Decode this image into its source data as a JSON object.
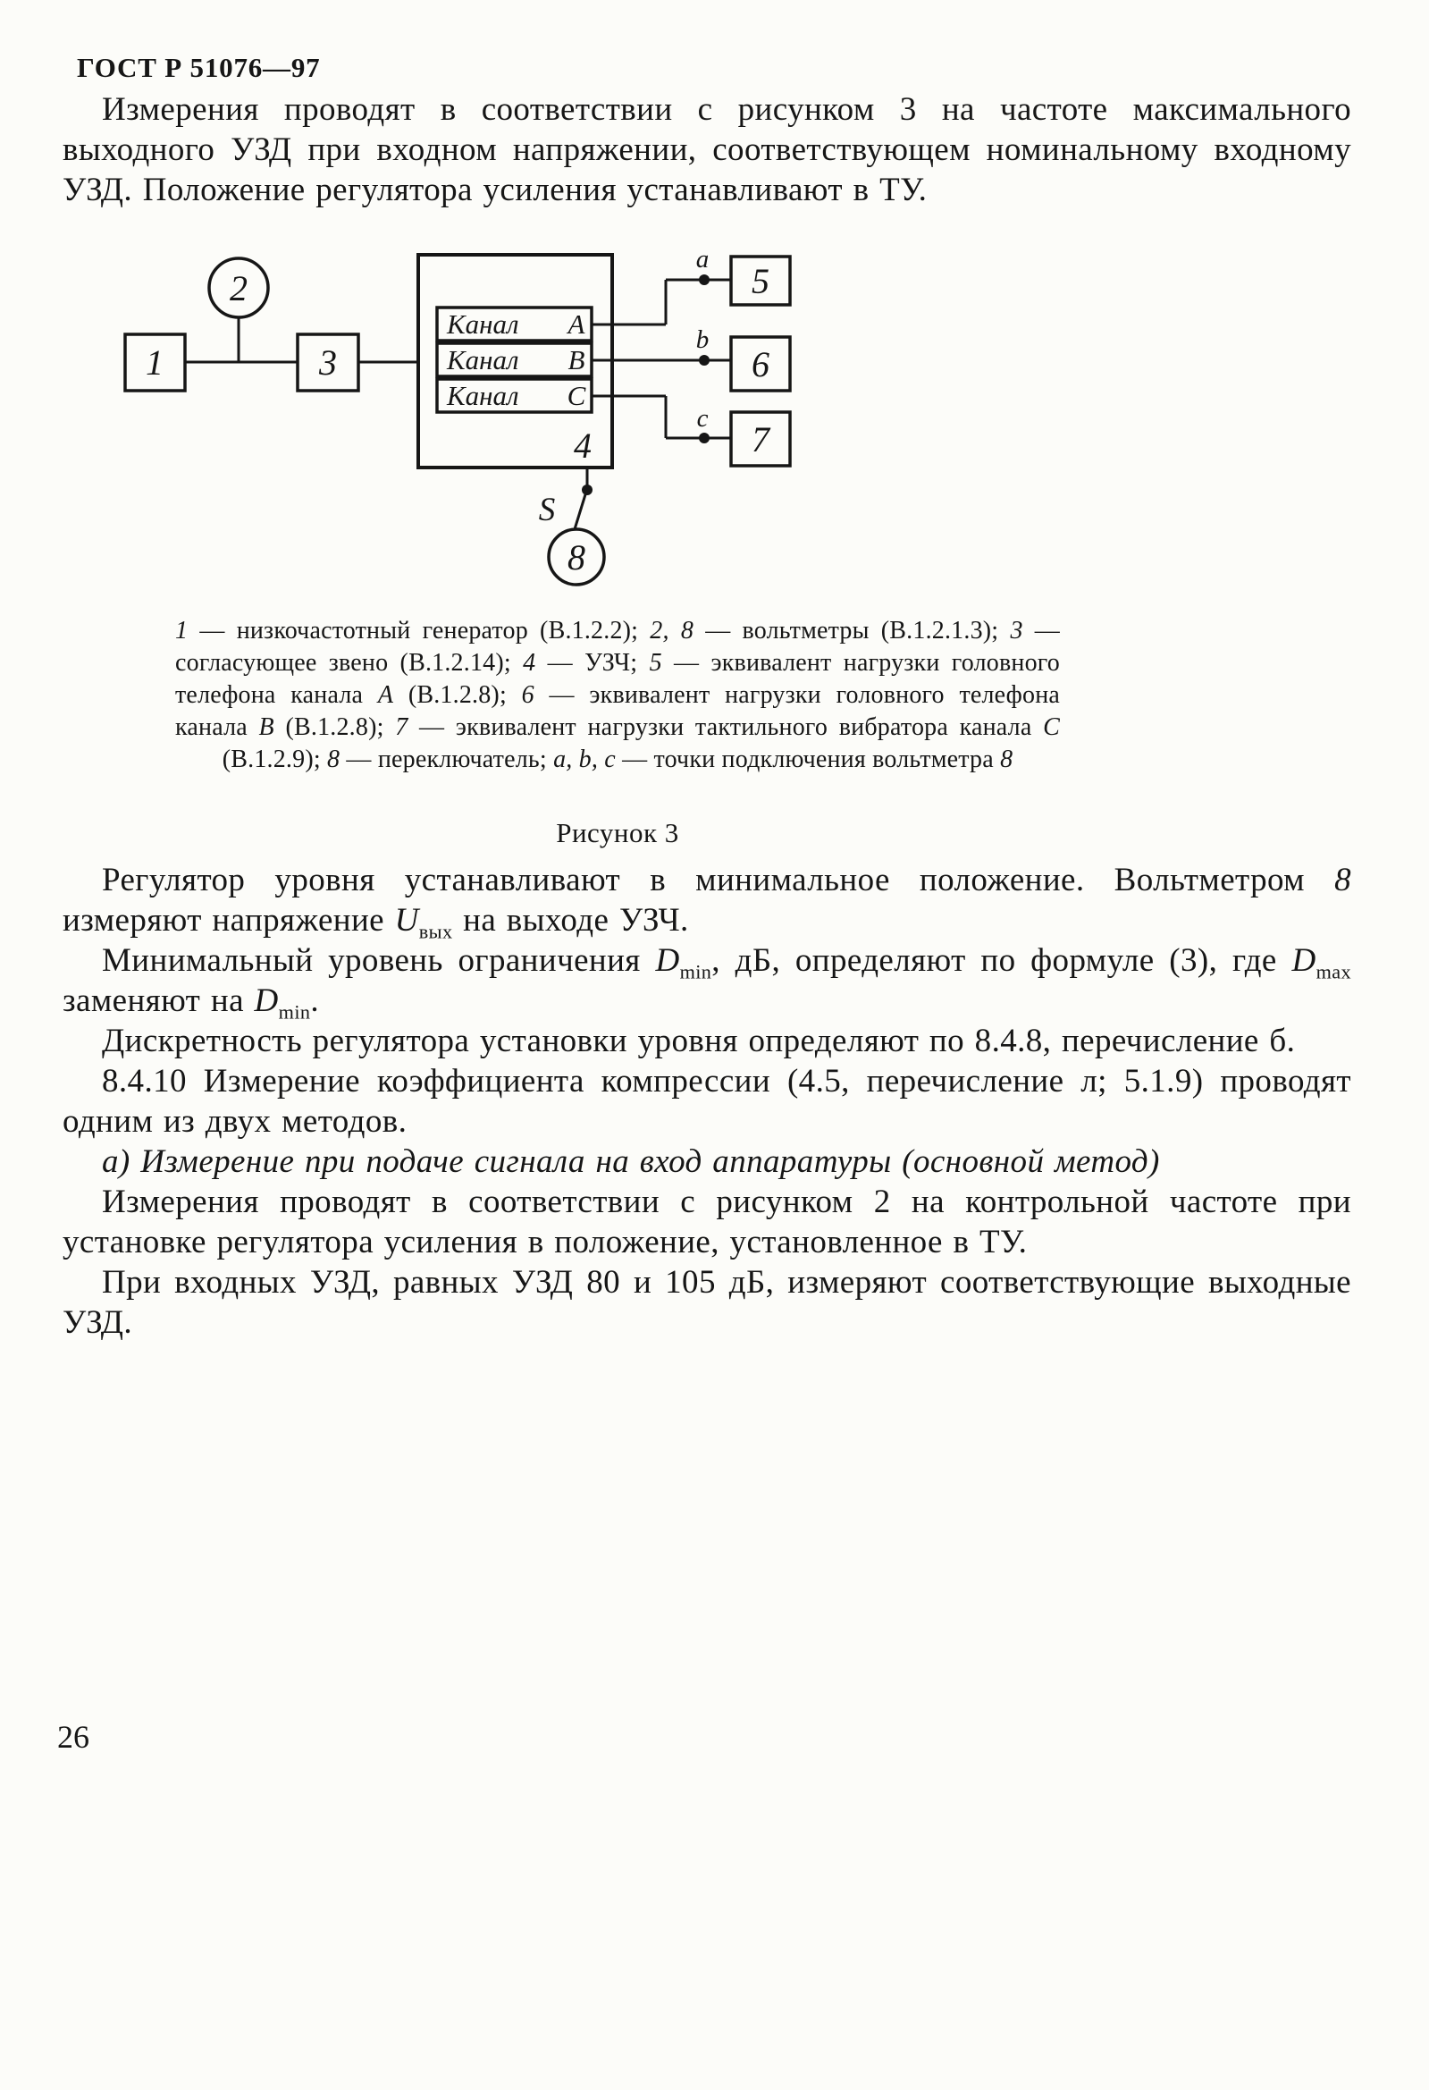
{
  "page": {
    "doc_number": "ГОСТ Р 51076—97",
    "page_number": "26"
  },
  "intro": {
    "p1": "Измерения проводят в соответствии с рисунком 3 на частоте максимального выходного УЗД при входном напряжении, соответствующем номинальному входному УЗД. Положение регулятора усиления устанавливают в ТУ."
  },
  "figure": {
    "caption": "Рисунок 3",
    "blocks": {
      "b1": "1",
      "b2": "2",
      "b3": "3",
      "b4": "4",
      "b5": "5",
      "b6": "6",
      "b7": "7",
      "b8": "8"
    },
    "switch_label": "S",
    "channels": [
      {
        "word": "Канал",
        "letter": "A"
      },
      {
        "word": "Канал",
        "letter": "B"
      },
      {
        "word": "Канал",
        "letter": "C"
      }
    ],
    "points": {
      "a": "a",
      "b": "b",
      "c": "c"
    }
  },
  "legend": {
    "segments": [
      {
        "t": "1",
        "i": true
      },
      {
        "t": " — низкочастотный генератор (В.1.2.2); "
      },
      {
        "t": "2, 8",
        "i": true
      },
      {
        "t": " — вольтметры (В.1.2.1.3); "
      },
      {
        "t": "3",
        "i": true
      },
      {
        "t": " — согласующее звено (В.1.2.14); "
      },
      {
        "t": "4",
        "i": true
      },
      {
        "t": " — УЗЧ; "
      },
      {
        "t": "5",
        "i": true
      },
      {
        "t": " — эквивалент нагрузки головного телефона канала "
      },
      {
        "t": "A",
        "i": true
      },
      {
        "t": " (В.1.2.8); "
      },
      {
        "t": "6",
        "i": true
      },
      {
        "t": " — эквивалент нагрузки головного телефона канала "
      },
      {
        "t": "B",
        "i": true
      },
      {
        "t": " (В.1.2.8); "
      },
      {
        "t": "7",
        "i": true
      },
      {
        "t": " — эквивалент нагрузки тактильного вибратора канала "
      },
      {
        "t": "C",
        "i": true
      },
      {
        "t": " (В.1.2.9); "
      },
      {
        "t": "8",
        "i": true
      },
      {
        "t": " — переключатель; "
      },
      {
        "t": "a, b, c",
        "i": true
      },
      {
        "t": " — точки подключения вольтметра "
      },
      {
        "t": "8",
        "i": true
      }
    ]
  },
  "body": {
    "p2": [
      {
        "t": "Регулятор уровня устанавливают в минимальное положение. Вольтметром "
      },
      {
        "t": "8",
        "i": true
      },
      {
        "t": " измеряют напряжение "
      },
      {
        "t": "U",
        "i": true
      },
      {
        "t": "вых",
        "sub": true
      },
      {
        "t": " на выходе УЗЧ."
      }
    ],
    "p3": [
      {
        "t": "Минимальный уровень ограничения "
      },
      {
        "t": "D",
        "i": true
      },
      {
        "t": "min",
        "sub": true
      },
      {
        "t": ", дБ, определяют по формуле (3), где "
      },
      {
        "t": "D",
        "i": true
      },
      {
        "t": "max",
        "sub": true
      },
      {
        "t": " заменяют на "
      },
      {
        "t": "D",
        "i": true
      },
      {
        "t": "min",
        "sub": true
      },
      {
        "t": "."
      }
    ],
    "p4": [
      {
        "t": "Дискретность регулятора установки уровня определяют по 8.4.8, перечисление б."
      }
    ],
    "p5": [
      {
        "t": "8.4.10 Измерение коэффициента компрессии (4.5, перечисление л; 5.1.9) проводят одним из двух методов."
      }
    ],
    "p6": [
      {
        "t": "а) Измерение при подаче сигнала на вход аппаратуры (основной метод)",
        "i": true
      }
    ],
    "p7": [
      {
        "t": "Измерения проводят в соответствии с рисунком 2 на контрольной частоте при установке регулятора усиления в положение, установленное в ТУ."
      }
    ],
    "p8": [
      {
        "t": "При входных УЗД, равных УЗД 80 и 105 дБ, измеряют соответствующие выходные УЗД."
      }
    ]
  }
}
